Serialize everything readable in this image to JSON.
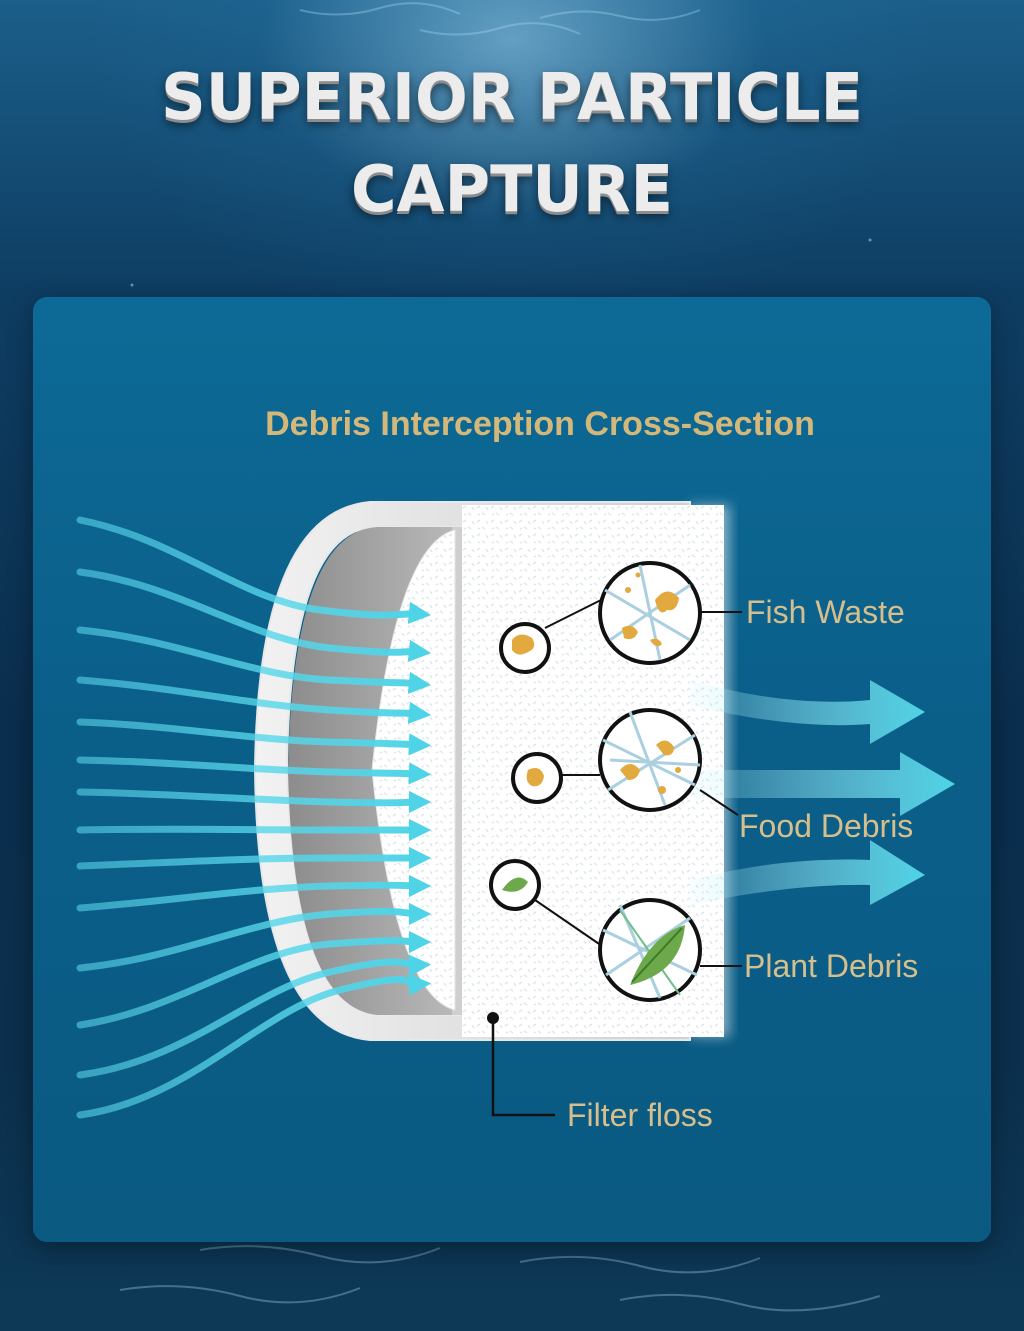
{
  "headline": {
    "line1": "SUPERIOR PARTICLE",
    "line2": "CAPTURE"
  },
  "diagram": {
    "title": "Debris Interception Cross-Section",
    "labels": {
      "fish_waste": "Fish Waste",
      "food_debris": "Food Debris",
      "plant_debris": "Plant Debris",
      "filter_floss": "Filter floss"
    },
    "colors": {
      "flow_arrow": "#4fd3e6",
      "label_text": "#d6bf8c",
      "panel": "#0b5f88",
      "plant_leaf": "#6da84a",
      "waste_particle": "#e2a93f"
    }
  }
}
